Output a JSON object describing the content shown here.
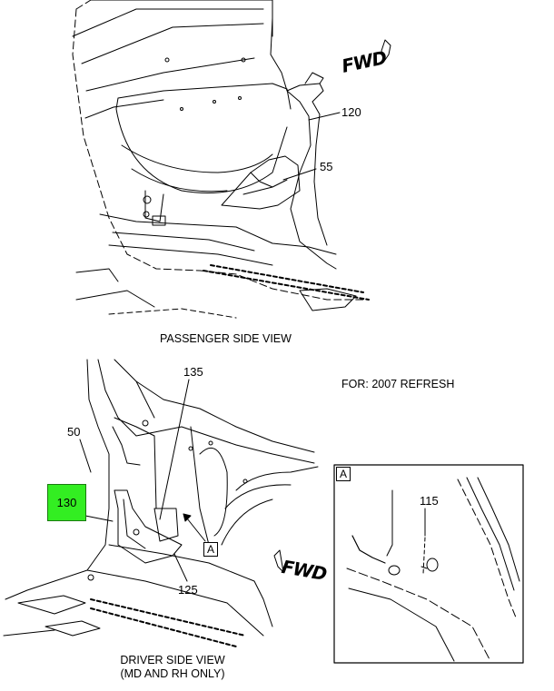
{
  "views": {
    "passenger_caption": "PASSENGER SIDE VIEW",
    "driver_caption_line1": "DRIVER SIDE VIEW",
    "driver_caption_line2": "(MD AND RH ONLY)",
    "refresh_note": "FOR: 2007 REFRESH"
  },
  "direction": {
    "top_fwd": "FWD",
    "bottom_fwd": "FWD"
  },
  "callouts": {
    "c120": "120",
    "c55": "55",
    "c135": "135",
    "c50": "50",
    "c130": "130",
    "c125": "125",
    "c115": "115",
    "detail_ref": "A",
    "detail_tag": "A"
  },
  "colors": {
    "highlight": "#33ee22",
    "line": "#000000"
  }
}
